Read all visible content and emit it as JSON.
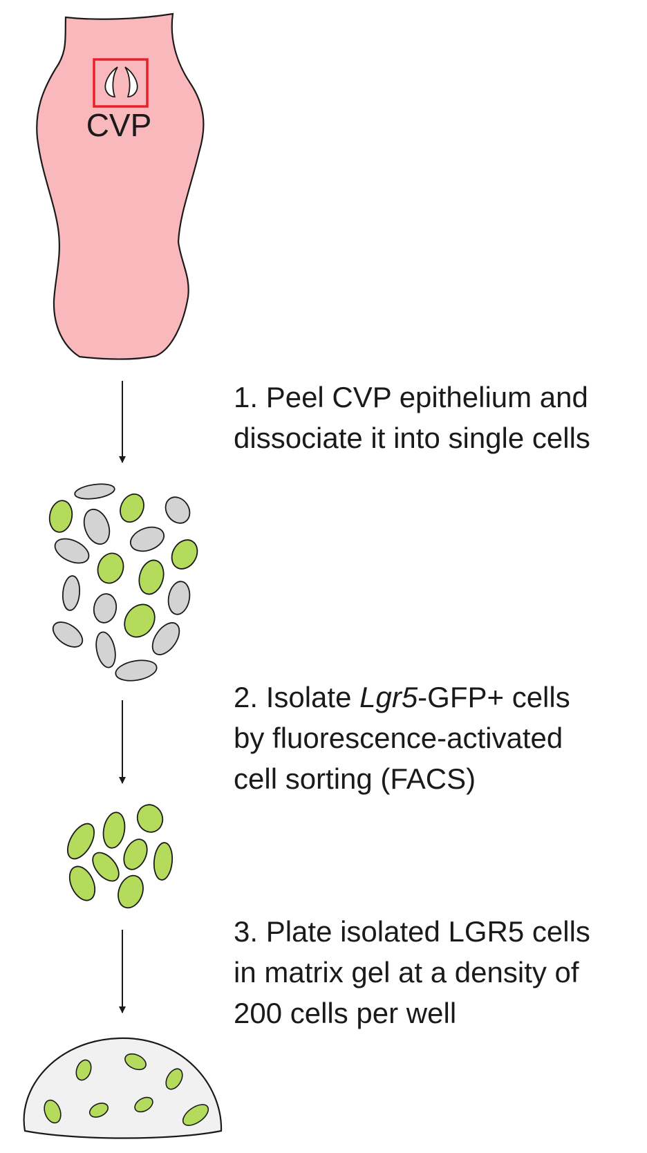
{
  "figure": {
    "tissue_label": "CVP",
    "steps": [
      {
        "lines": [
          "1. Peel CVP epithelium and",
          "dissociate it into single cells"
        ]
      },
      {
        "line1_prefix": "2. Isolate ",
        "line1_gene": "Lgr5",
        "line1_suffix": "-GFP+ cells",
        "line2": "by fluorescence-activated",
        "line3": "cell sorting (FACS)"
      },
      {
        "lines": [
          "3. Plate isolated LGR5 cells",
          "in matrix gel at a density of",
          "200 cells per well"
        ]
      }
    ]
  },
  "colors": {
    "tissue_fill": "#f9b9bc",
    "highlight_box": "#e8202a",
    "gfp_cell": "#b5db5c",
    "other_cell": "#d3d3d3",
    "gel_dome": "#f1f1f1",
    "outline": "#1a1a1a"
  }
}
